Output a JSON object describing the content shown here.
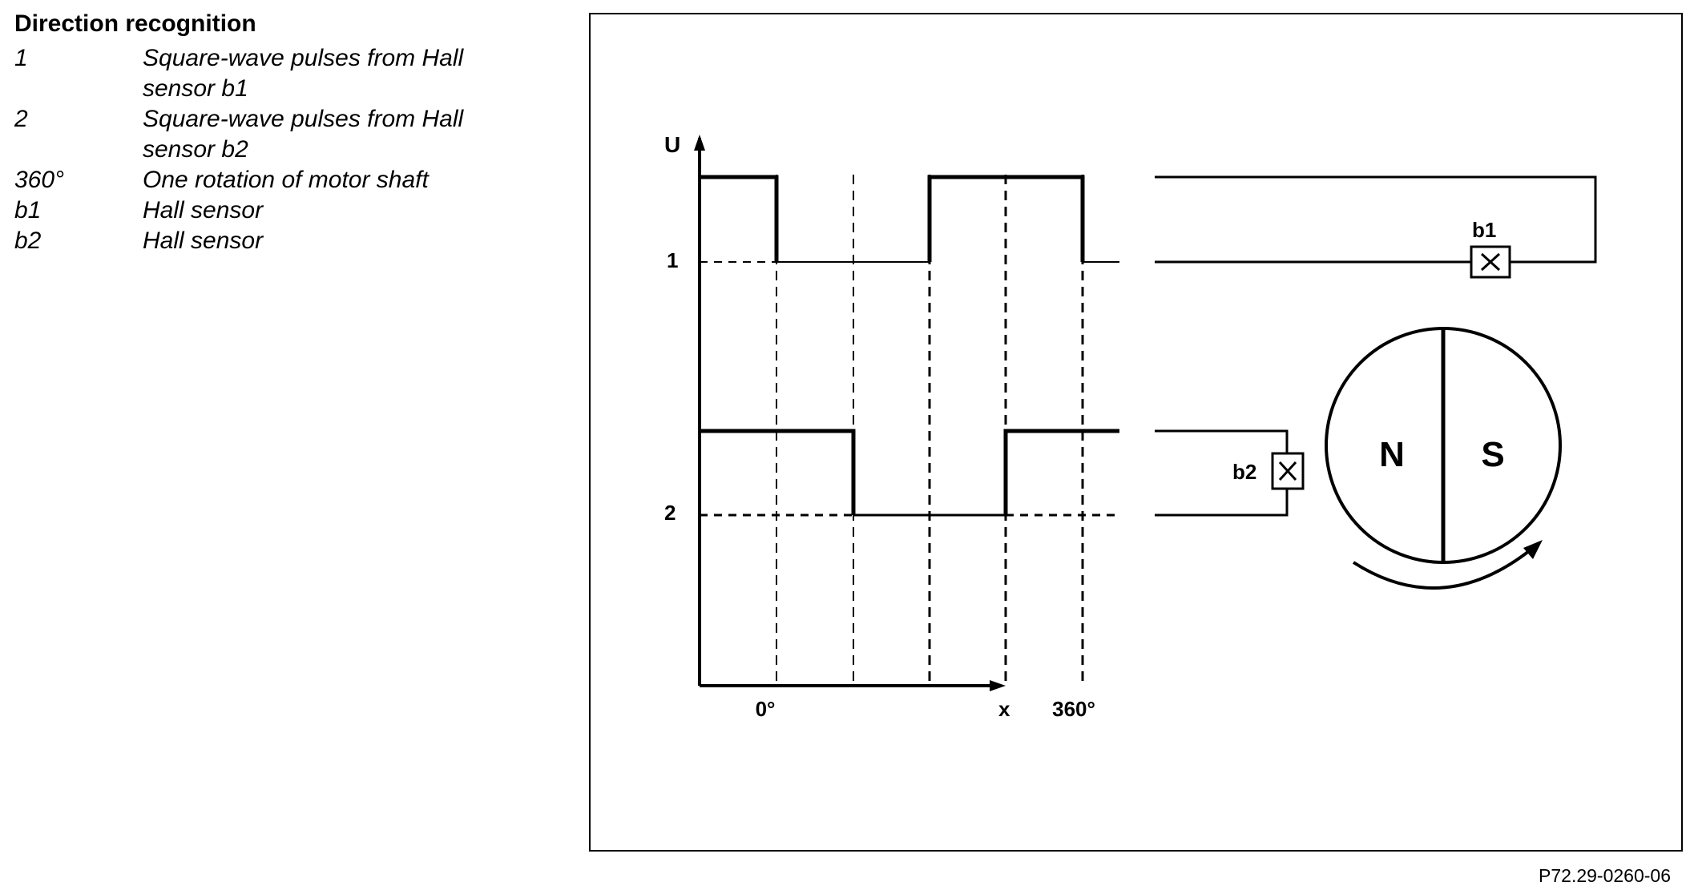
{
  "legend": {
    "title": "Direction recognition",
    "items": [
      {
        "key": "1",
        "description": "Square-wave pulses from Hall sensor b1"
      },
      {
        "key": "2",
        "description": "Square-wave pulses from Hall sensor b2"
      },
      {
        "key": "360°",
        "description": "One rotation of motor shaft"
      },
      {
        "key": "b1",
        "description": "Hall sensor"
      },
      {
        "key": "b2",
        "description": "Hall sensor"
      }
    ]
  },
  "diagram": {
    "y_axis_label": "U",
    "x_axis_label": "x",
    "signal1_label": "1",
    "signal2_label": "2",
    "tick_0": "0°",
    "tick_360": "360°",
    "sensor_b1_label": "b1",
    "sensor_b2_label": "b2",
    "pole_north": "N",
    "pole_south": "S"
  },
  "figure_id": "P72.29-0260-06"
}
